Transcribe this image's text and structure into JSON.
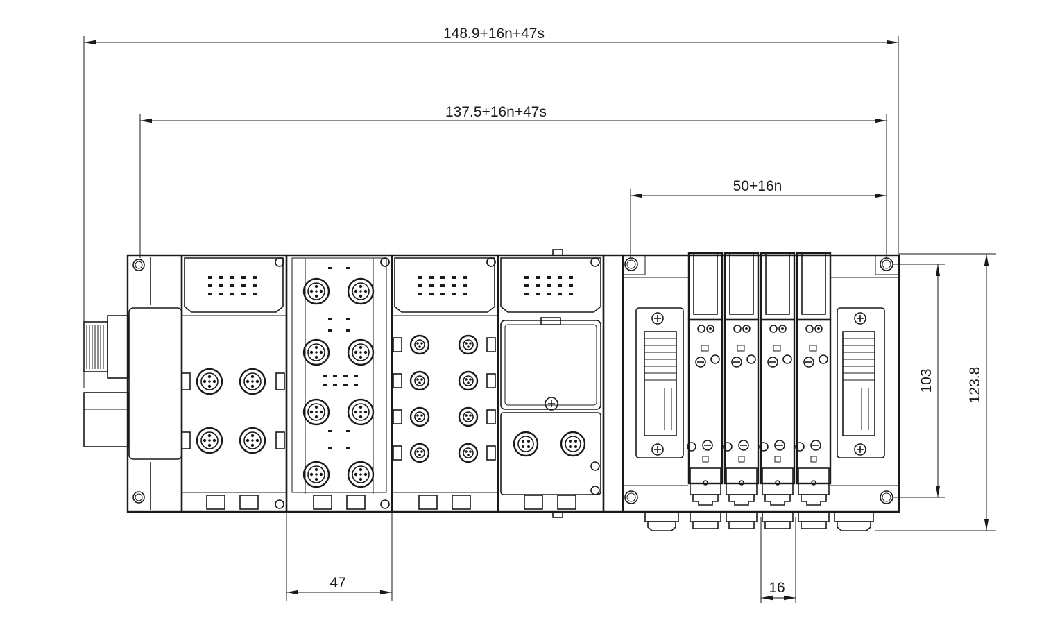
{
  "dimensions": {
    "overall_length": "148.9+16n+47s",
    "mounting_length": "137.5+16n+47s",
    "valve_section_length": "50+16n",
    "io_module_width": "47",
    "valve_pitch": "16",
    "mounting_height": "103",
    "overall_height": "123.8"
  },
  "line_color": "#1a1a1a",
  "background": "#ffffff"
}
